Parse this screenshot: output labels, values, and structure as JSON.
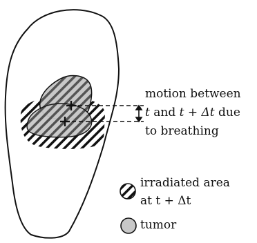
{
  "annotation": {
    "line1": "motion between",
    "line2_t": "t",
    "line2_and": " and ",
    "line2_tdt": "t + Δt",
    "line2_due": " due",
    "line3": "to breathing"
  },
  "legend": {
    "irradiated_line1": "irradiated area",
    "irradiated_line2_prefix": "at t ",
    "irradiated_line2_delta": "+ Δt",
    "tumor": "tumor"
  },
  "colors": {
    "outline": "#111111",
    "tumor_fill": "#c8c8c8",
    "hatch": "#111111",
    "background": "#ffffff"
  }
}
